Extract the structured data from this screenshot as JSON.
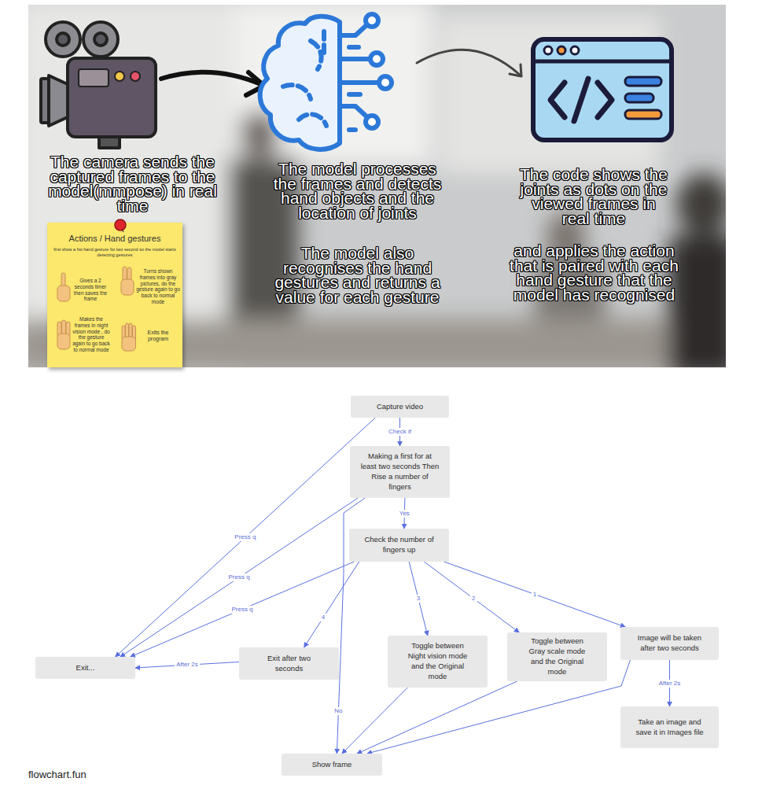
{
  "diagram": {
    "nodes": [
      {
        "text": [
          "Actions / Hand gestures",
          "first show a fist hand gesture for two second so the model starts detecting gestures",
          "Gives a 2 seconds timer then saves the frame",
          "Turns shown frames into gray pictures, do the gesture again to go back to normal mode",
          "Makes the frames in night vision mode , do the gesture again to go back to normal mode",
          "Exits the program"
        ]
      },
      {
        "text": [
          "Capture video"
        ]
      },
      {
        "text": [
          "Making a first for at least two seconds Then Rise a number of fingers"
        ]
      },
      {
        "text": [
          "Check the number of fingers up"
        ]
      },
      {
        "text": [
          "Exit..."
        ]
      },
      {
        "text": [
          "Exit after two seconds"
        ]
      },
      {
        "text": [
          "Toggle between Night vision mode and the Original mode"
        ]
      },
      {
        "text": [
          "Toggle between Gray scale mode and the Original mode"
        ]
      },
      {
        "text": [
          "Image will be taken after two seconds"
        ]
      },
      {
        "text": [
          "Take an image and save it in Images file"
        ]
      },
      {
        "text": [
          "Show frame"
        ]
      }
    ],
    "edges": [
      {
        "from": 1,
        "to": 2,
        "label": "Check if",
        "arrow": "to"
      },
      {
        "from": 2,
        "to": 3,
        "label": "Yes",
        "arrow": "to"
      },
      {
        "from": 3,
        "to": 8,
        "label": "1",
        "arrow": "to"
      },
      {
        "from": 3,
        "to": 7,
        "label": "2",
        "arrow": "to"
      },
      {
        "from": 3,
        "to": 6,
        "label": "3",
        "arrow": "to"
      },
      {
        "from": 3,
        "to": 5,
        "label": "4",
        "arrow": "to"
      },
      {
        "from": 2,
        "to": 10,
        "label": "No",
        "arrow": "to"
      },
      {
        "from": 8,
        "to": 9,
        "label": "After 2s",
        "arrow": "to"
      },
      {
        "from": 5,
        "to": 4,
        "label": "After 2s",
        "arrow": "to"
      },
      {
        "from": 1,
        "to": 4,
        "label": "Press q",
        "arrow": "to"
      },
      {
        "from": 2,
        "to": 4,
        "label": "Press q",
        "arrow": "to"
      },
      {
        "from": 3,
        "to": 4,
        "label": "Press q",
        "arrow": "to"
      },
      {
        "from": 6,
        "to": 10,
        "arrow": "to"
      },
      {
        "from": 7,
        "to": 10,
        "arrow": "to"
      },
      {
        "from": 8,
        "to": 10,
        "arrow": "to"
      }
    ],
    "labels": [
      "The camera sends the captured frames to the model(mmpose) in real time",
      "The model processes the frames and detects hand objects and the location of joints",
      "The model also recognises the hand gestures and returns a value for each gesture",
      "The code shows the joints as dots on the viewed frames in real time",
      "and applies the action that is paired with each hand gesture that the model has recognised",
      "flowchart.fun"
    ]
  }
}
